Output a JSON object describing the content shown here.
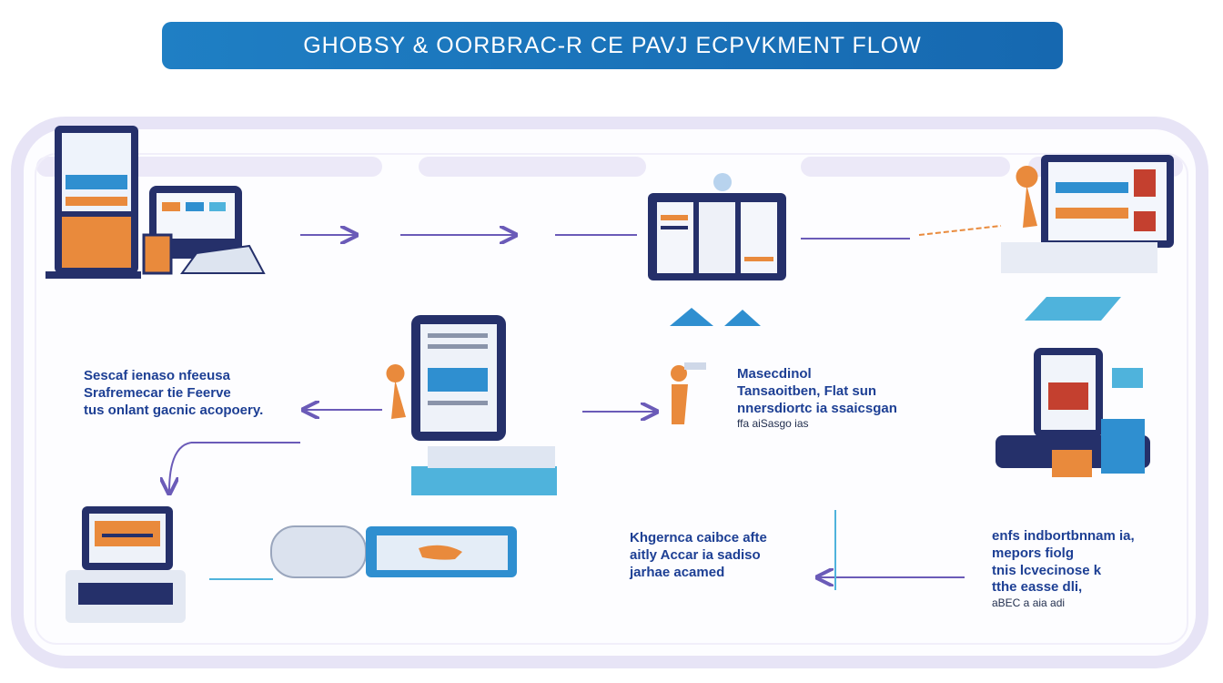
{
  "title": "GHOBSY & OORBRAC-R CE PAVJ ECPVKMENT FLOW",
  "colors": {
    "banner": "#1a73bb",
    "navy": "#25306a",
    "orange": "#e98a3c",
    "blue": "#2f8fd0",
    "cyan": "#4fb3dc",
    "purple": "#6b5bb8",
    "frame": "#e7e4f6"
  },
  "blocks": {
    "left_mid": {
      "lines": [
        "Sescaf ienaso nfeeusa",
        "Srafremecar tie Feerve",
        "tus onlant gacnic acopoery."
      ]
    },
    "center_mid": {
      "lines": [
        "Masecdinol",
        "Tansaoitben, Flat sun",
        "nnersdiortc  ia ssaicsgan"
      ],
      "small": "ffa     aiSasgo ias"
    },
    "center_low": {
      "lines": [
        "Khgernca caibce afte",
        "aitly Accar ia sadiso",
        "jarhae acamed"
      ]
    },
    "right_low": {
      "lines": [
        "enfs indbortbnnam ia,",
        "mepors fiolg",
        "tnis lcvecinose k",
        "tthe easse dli,"
      ],
      "small": "aBEC  a  aia adi"
    }
  }
}
